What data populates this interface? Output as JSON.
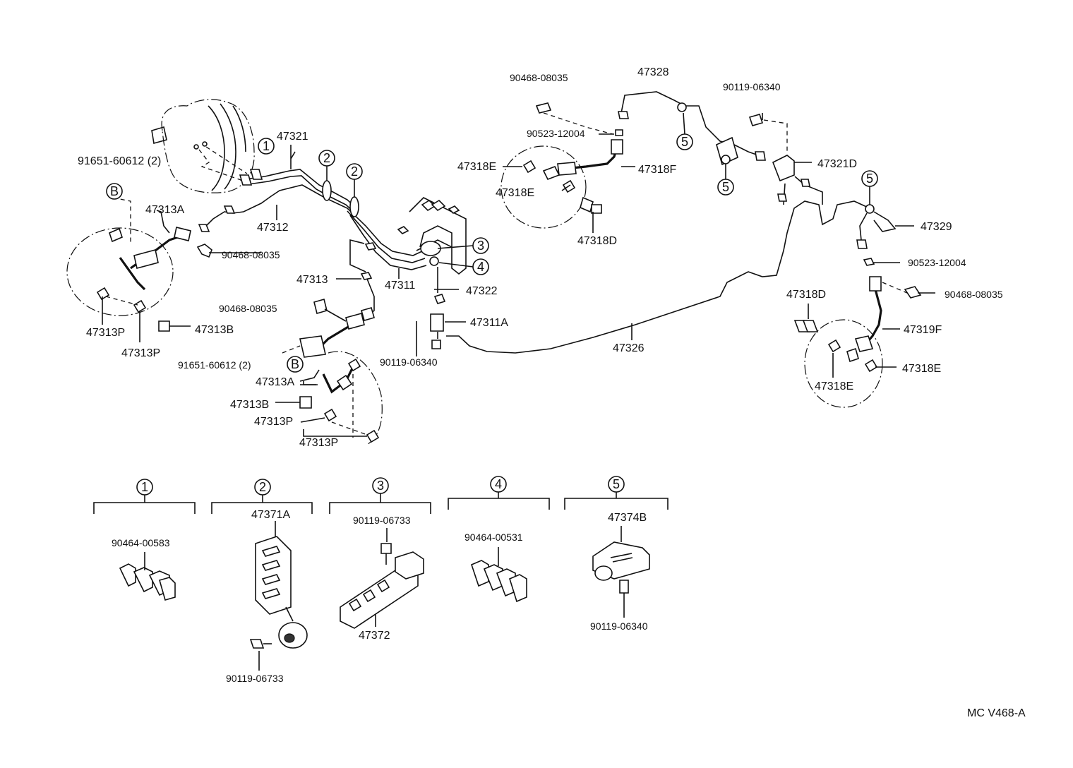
{
  "labels": {
    "p91651_60612_top": "91651-60612 (2)",
    "p91651_60612_bot": "91651-60612 (2)",
    "p47313A_top": "47313A",
    "p47313A_bot": "47313A",
    "p47313P_l1": "47313P",
    "p47313P_l2": "47313P",
    "p47313P_b1": "47313P",
    "p47313P_b2": "47313P",
    "p47313B_top": "47313B",
    "p47313B_bot": "47313B",
    "p47313": "47313",
    "p47321": "47321",
    "p47312": "47312",
    "p90468_08035_a": "90468-08035",
    "p90468_08035_b": "90468-08035",
    "p90468_08035_c": "90468-08035",
    "p90468_08035_d": "90468-08035",
    "p47311": "47311",
    "p47311A": "47311A",
    "p47322": "47322",
    "p90119_06340_a": "90119-06340",
    "p90119_06340_b": "90119-06340",
    "p90119_06340_c": "90119-06340",
    "p90523_12004_a": "90523-12004",
    "p90523_12004_b": "90523-12004",
    "p47318E_a": "47318E",
    "p47318E_b": "47318E",
    "p47318E_c": "47318E",
    "p47318E_d": "47318E",
    "p47318F": "47318F",
    "p47318D_a": "47318D",
    "p47318D_b": "47318D",
    "p47328": "47328",
    "p47321D": "47321D",
    "p47329": "47329",
    "p47319F": "47319F",
    "p47326": "47326",
    "p90464_00583": "90464-00583",
    "p47371A": "47371A",
    "p90119_06733_a": "90119-06733",
    "p90119_06733_b": "90119-06733",
    "p47372": "47372",
    "p90464_00531": "90464-00531",
    "p47374B": "47374B",
    "footer_code": "MC  V468-A"
  },
  "refs": {
    "one": "1",
    "two": "2",
    "three": "3",
    "four": "4",
    "five": "5",
    "b": "B"
  }
}
